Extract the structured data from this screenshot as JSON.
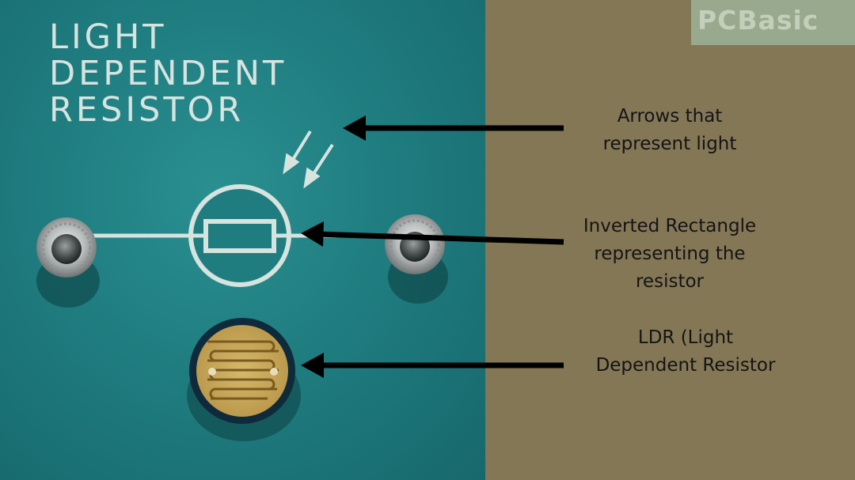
{
  "board": {
    "title_lines": [
      "LIGHT",
      "DEPENDENT",
      "RESISTOR"
    ]
  },
  "logo": {
    "text": "PCBasic"
  },
  "annotations": [
    {
      "id": "light-arrows",
      "lines": [
        "Arrows that",
        "represent light"
      ]
    },
    {
      "id": "resistor-symbol",
      "lines": [
        "Inverted Rectangle",
        "representing the",
        "resistor"
      ]
    },
    {
      "id": "ldr-component",
      "lines": [
        "LDR (Light",
        "Dependent Resistor"
      ]
    }
  ],
  "colors": {
    "board": "#1f7d80",
    "background": "#837756",
    "symbol": "#d6e3df",
    "caption_text": "#141414",
    "pointer_arrow": "#000000",
    "ldr_track": "#c9a24a",
    "logo_bg": "#98a98d"
  }
}
